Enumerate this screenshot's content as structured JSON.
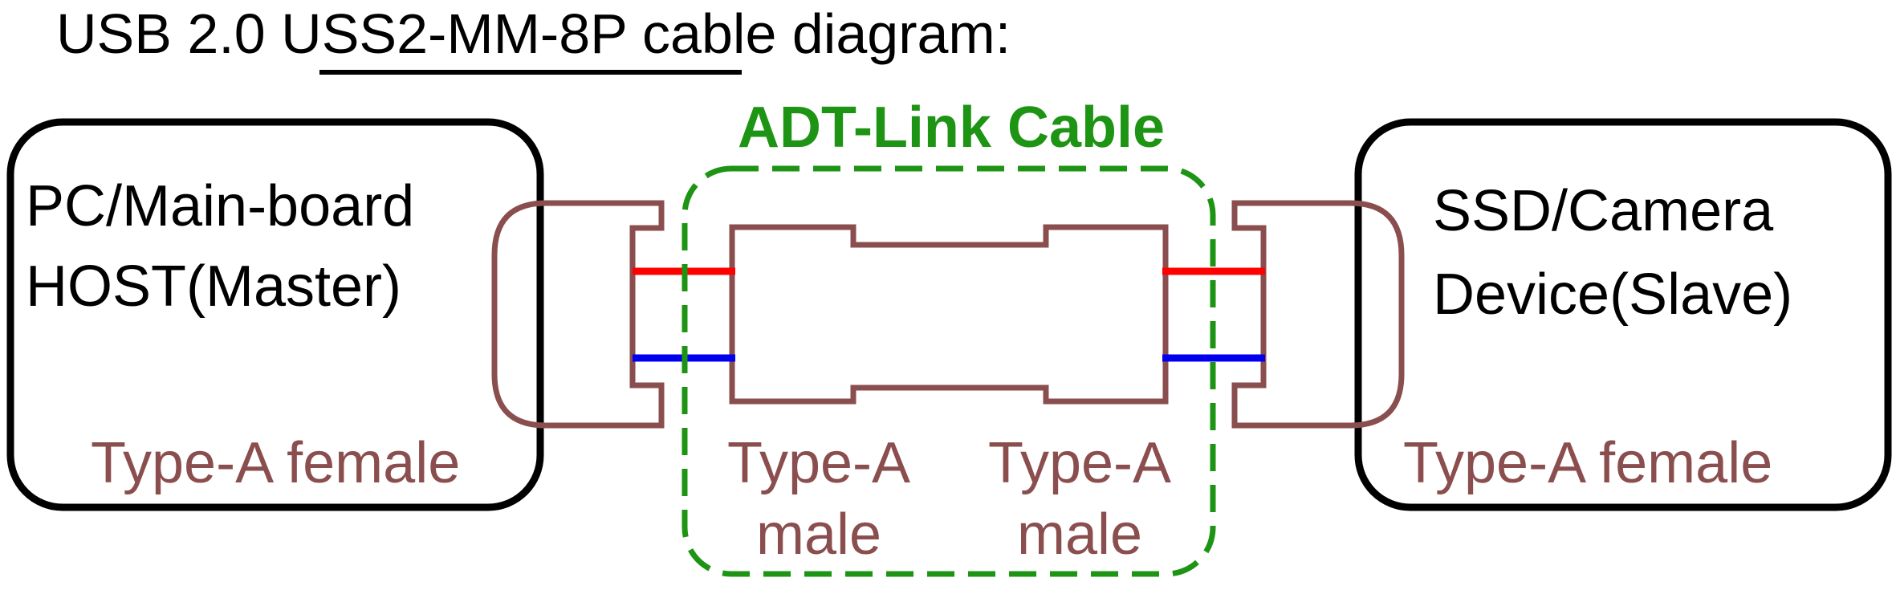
{
  "title": {
    "prefix": "USB 2.0 ",
    "model": "USS2-MM-8P",
    "suffix": " cable diagram:"
  },
  "cable_label": "ADT-Link Cable",
  "host": {
    "line1": "PC/Main-board",
    "line2": "HOST(Master)",
    "port_label": "Type-A female"
  },
  "device": {
    "line1": "SSD/Camera",
    "line2": "Device(Slave)",
    "port_label": "Type-A female"
  },
  "cable_connectors": {
    "left_line1": "Type-A",
    "left_line2": "male",
    "right_line1": "Type-A",
    "right_line2": "male"
  },
  "colors": {
    "connector": "#8b4e4e",
    "cable_border": "#1e9414",
    "wire_top": "#ff0000",
    "wire_bottom": "#0000ee",
    "box": "#000000",
    "text": "#000000"
  }
}
